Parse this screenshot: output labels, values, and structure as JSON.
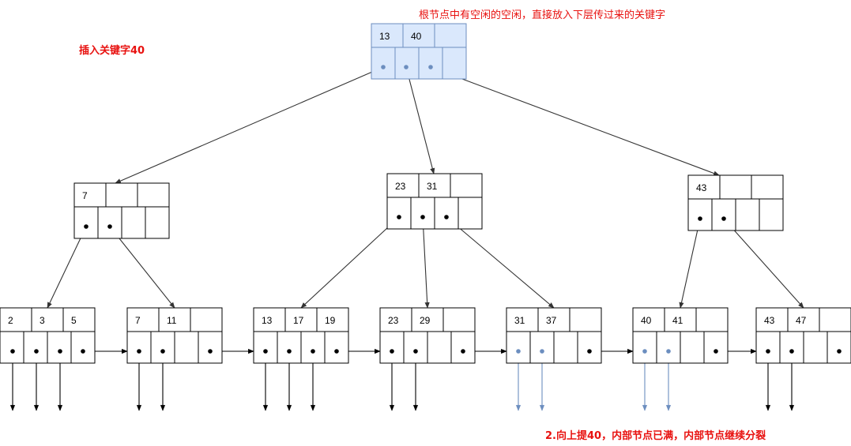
{
  "notes": {
    "top": "根节点中有空闲的空闲，直接放入下层传过来的关键字",
    "insert": "插入关键字40",
    "bottom": "2.向上提40，内部节点已满，内部节点继续分裂"
  },
  "colors": {
    "highlight_fill": "#dae8fc",
    "highlight_stroke": "#6c8ebf",
    "note": "#e8110f",
    "pointer_blue": "#6c8ebf",
    "pointer_black": "#000000"
  },
  "tree": {
    "root": {
      "keys": [
        "13",
        "40",
        ""
      ]
    },
    "internal": [
      {
        "keys": [
          "7",
          "",
          ""
        ]
      },
      {
        "keys": [
          "23",
          "31",
          ""
        ]
      },
      {
        "keys": [
          "43",
          "",
          ""
        ]
      }
    ],
    "leaves": [
      {
        "keys": [
          "2",
          "3",
          "5"
        ]
      },
      {
        "keys": [
          "7",
          "11",
          ""
        ]
      },
      {
        "keys": [
          "13",
          "17",
          "19"
        ]
      },
      {
        "keys": [
          "23",
          "29",
          ""
        ]
      },
      {
        "keys": [
          "31",
          "37",
          ""
        ]
      },
      {
        "keys": [
          "40",
          "41",
          ""
        ]
      },
      {
        "keys": [
          "43",
          "47",
          ""
        ]
      }
    ]
  }
}
